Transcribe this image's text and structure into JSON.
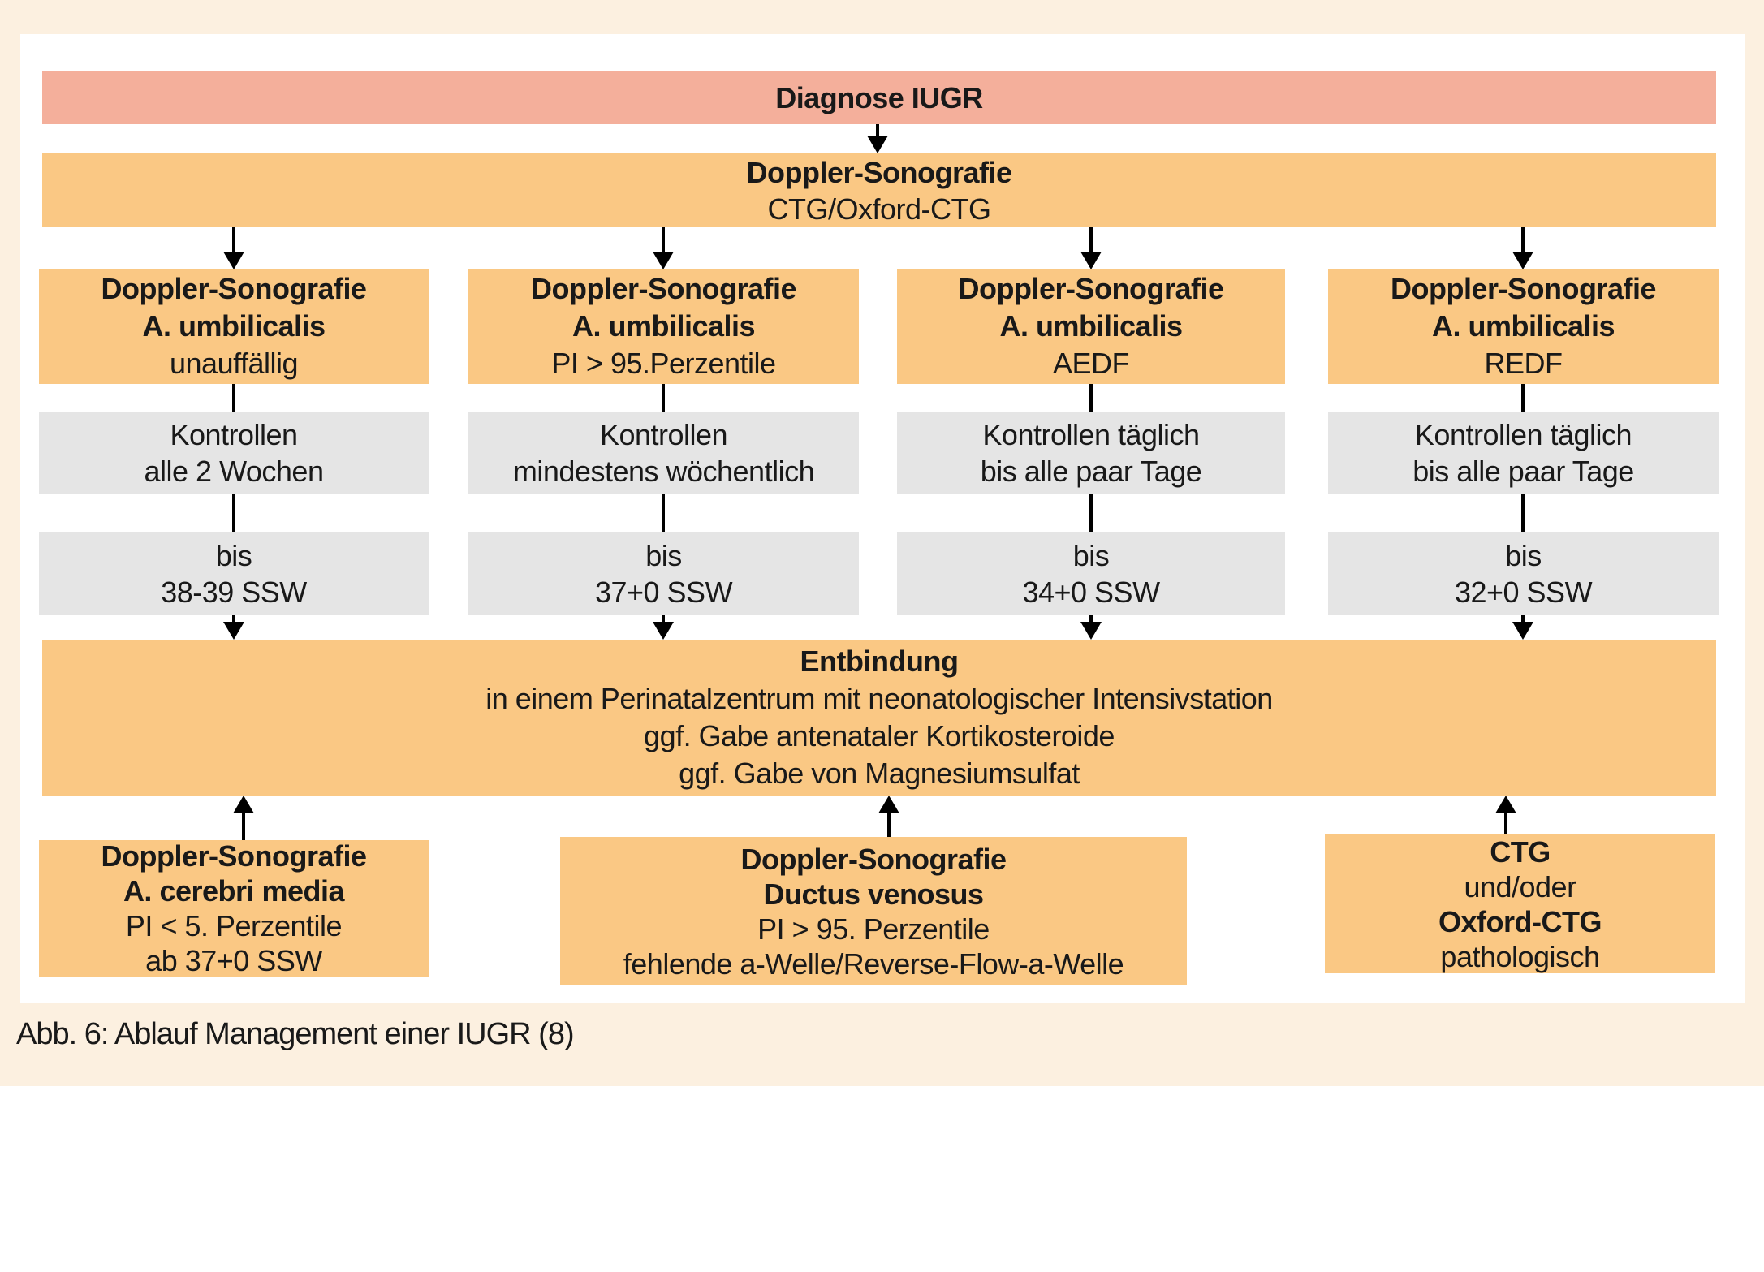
{
  "caption": "Abb. 6: Ablauf Management einer IUGR (8)",
  "colors": {
    "background": "#fcf0e0",
    "panel": "#ffffff",
    "diagnosis": "#f4af9b",
    "action": "#fac884",
    "control": "#e5e5e5",
    "text": "#191919",
    "arrow": "#000000"
  },
  "flowchart": {
    "diagnosis": {
      "title": "Diagnose IUGR"
    },
    "triage": {
      "title": "Doppler-Sonografie",
      "subtitle": "CTG/Oxford-CTG"
    },
    "columns": [
      {
        "finding": {
          "line1": "Doppler-Sonografie",
          "line2": "A. umbilicalis",
          "line3": "unauffällig"
        },
        "monitoring": {
          "line1": "Kontrollen",
          "line2": "alle 2 Wochen"
        },
        "deadline": {
          "line1": "bis",
          "line2": "38-39 SSW"
        }
      },
      {
        "finding": {
          "line1": "Doppler-Sonografie",
          "line2": "A. umbilicalis",
          "line3": "PI > 95.Perzentile"
        },
        "monitoring": {
          "line1": "Kontrollen",
          "line2": "mindestens wöchentlich"
        },
        "deadline": {
          "line1": "bis",
          "line2": "37+0 SSW"
        }
      },
      {
        "finding": {
          "line1": "Doppler-Sonografie",
          "line2": "A. umbilicalis",
          "line3": "AEDF"
        },
        "monitoring": {
          "line1": "Kontrollen täglich",
          "line2": "bis alle paar Tage"
        },
        "deadline": {
          "line1": "bis",
          "line2": "34+0 SSW"
        }
      },
      {
        "finding": {
          "line1": "Doppler-Sonografie",
          "line2": "A. umbilicalis",
          "line3": "REDF"
        },
        "monitoring": {
          "line1": "Kontrollen täglich",
          "line2": "bis alle paar Tage"
        },
        "deadline": {
          "line1": "bis",
          "line2": "32+0 SSW"
        }
      }
    ],
    "delivery": {
      "title": "Entbindung",
      "line2": "in einem Perinatalzentrum mit neonatologischer Intensivstation",
      "line3": "ggf. Gabe antenataler Kortikosteroide",
      "line4": "ggf. Gabe von Magnesiumsulfat"
    },
    "indications": [
      {
        "line1": "Doppler-Sonografie",
        "line2": "A. cerebri media",
        "line3": "PI < 5. Perzentile",
        "line4": "ab 37+0 SSW"
      },
      {
        "line1": "Doppler-Sonografie",
        "line2": "Ductus venosus",
        "line3": "PI > 95. Perzentile",
        "line4": "fehlende a-Welle/Reverse-Flow-a-Welle"
      },
      {
        "line1": "CTG",
        "line2": "und/oder",
        "line3": "Oxford-CTG",
        "line4": "pathologisch"
      }
    ]
  }
}
